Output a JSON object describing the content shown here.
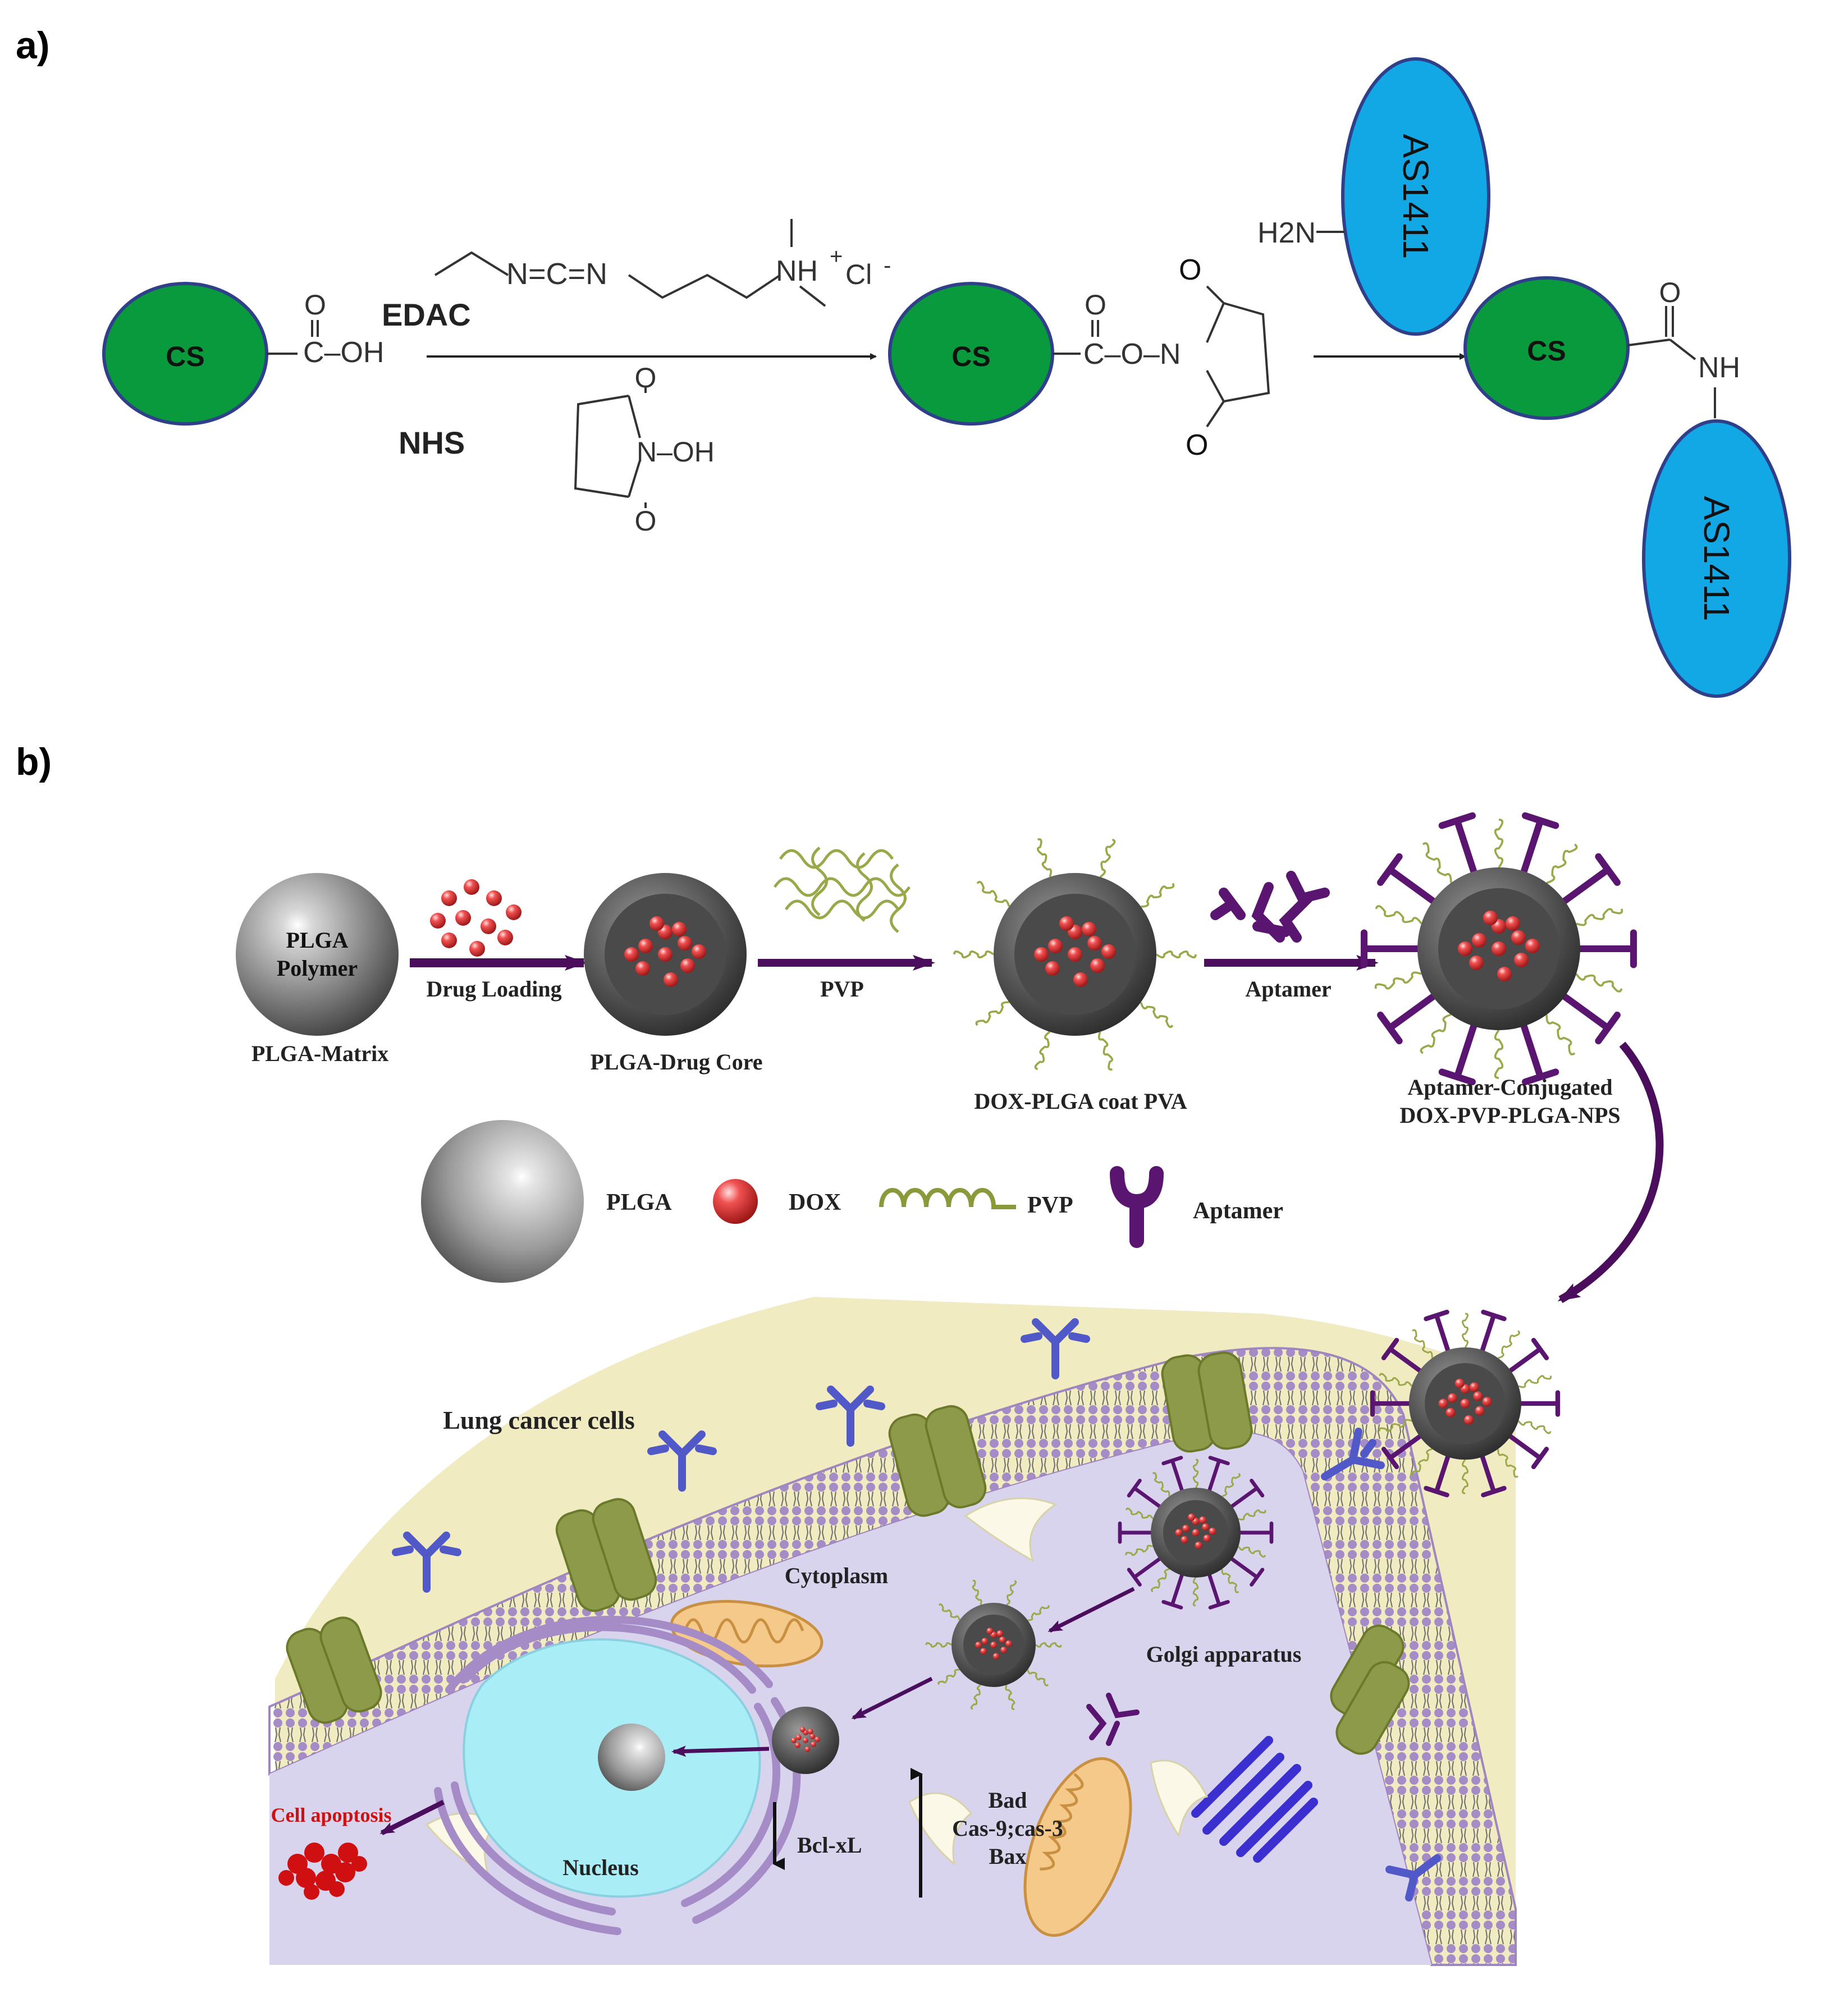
{
  "panel_a": {
    "label": "a)",
    "cs_label": "CS",
    "carboxyl_o": "O",
    "carboxyl_group": "C–OH",
    "reagent_edac": "EDAC",
    "reagent_nhs": "NHS",
    "edac_structure": "N=C=N",
    "edac_ammonium": "NH",
    "edac_plus": "+",
    "edac_chloride": "Cl",
    "edac_minus": "-",
    "nhs_n_oh": "N–OH",
    "nhs_o_top": "O",
    "nhs_o_bottom": "O",
    "ester_o_top": "O",
    "ester_chain": "C–O–N",
    "succinimide_o_top": "O",
    "succinimide_o_bottom": "O",
    "amine": "H2N",
    "aptamer_label": "AS1411",
    "amide_o": "O",
    "amide_nh": "NH",
    "colors": {
      "cs_fill": "#0a9a3e",
      "aptamer_fill": "#12a8e6",
      "outline": "#2f3f8a"
    }
  },
  "panel_b": {
    "label": "b)",
    "plga_inner": [
      "PLGA",
      "Polymer"
    ],
    "step_labels": {
      "drug_loading": "Drug Loading",
      "pvp": "PVP",
      "aptamer": "Aptamer"
    },
    "stage_labels": {
      "matrix": "PLGA-Matrix",
      "core": "PLGA-Drug Core",
      "coat": "DOX-PLGA coat PVA",
      "conj_line1": "Aptamer-Conjugated",
      "conj_line2": "DOX-PVP-PLGA-NPS"
    },
    "legend": {
      "plga": "PLGA",
      "dox": "DOX",
      "pvp": "PVP",
      "aptamer": "Aptamer"
    },
    "cell_labels": {
      "lung": "Lung cancer cells",
      "cytoplasm": "Cytoplasm",
      "golgi": "Golgi apparatus",
      "nucleus": "Nucleus",
      "apoptosis": "Cell apoptosis",
      "bclxl": "Bcl-xL",
      "bad": "Bad",
      "cas": "Cas-9;cas-3",
      "bax": "Bax"
    },
    "colors": {
      "arrow": "#4a0e5c",
      "aptamer": "#5a1570",
      "dox": "#e03636",
      "pvp": "#9aa84a",
      "cytoplasm": "#d9d4ee",
      "membrane_head": "#9f86c0",
      "protein": "#8c9a4a",
      "receptor": "#5158c8",
      "nucleus": "#a9eef6",
      "golgi": "#3b2fd0",
      "apoptosis": "#d01010"
    }
  }
}
